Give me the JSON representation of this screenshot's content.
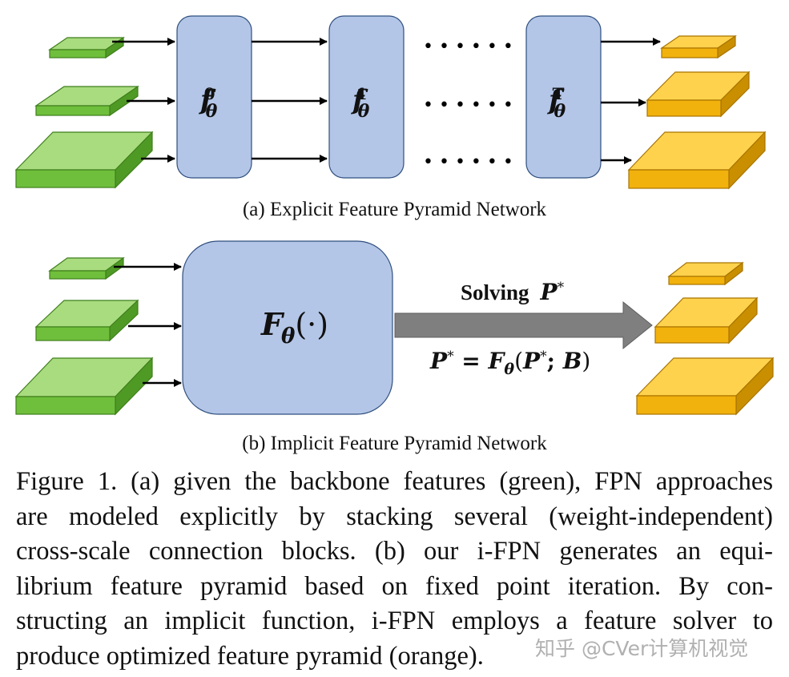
{
  "panel_a": {
    "subtitle": "(a) Explicit Feature Pyramid Network",
    "blocks": [
      {
        "base": "f",
        "sub": "θ",
        "sup": "0"
      },
      {
        "base": "f",
        "sub": "θ",
        "sup": "1"
      },
      {
        "base": "f",
        "sub": "θ",
        "sup": "T"
      }
    ],
    "ellipsis": "• • •  • • •"
  },
  "panel_b": {
    "subtitle": "(b) Implicit Feature Pyramid Network",
    "block_label": {
      "base": "F",
      "sub": "θ",
      "arg": "(·)"
    },
    "arrow_top": {
      "text": "Solving",
      "math": "P",
      "sup": "*"
    },
    "arrow_bottom": {
      "lhs": "P",
      "lhs_sup": "*",
      "eq": " = ",
      "fn": "F",
      "fn_sub": "θ",
      "args_open": "(",
      "p": "P",
      "p_sup": "*",
      "sep": "; ",
      "b": "B",
      "args_close": ")"
    }
  },
  "caption_lines": [
    "Figure 1. (a) given the backbone features (green), FPN approaches",
    "are modeled explicitly by stacking several (weight-independent)",
    "cross-scale connection blocks. (b) our i-FPN generates an equi-",
    "librium feature pyramid based on fixed point iteration. By con-",
    "structing an implicit function, i-FPN employs a feature solver to",
    "produce optimized feature pyramid (orange)."
  ],
  "watermark": "知乎 @CVer计算机视觉",
  "colors": {
    "green_top": "#a9dc7f",
    "green_front": "#6fbf3c",
    "green_side": "#4f9a25",
    "green_edge": "#3f7f1c",
    "orange_top": "#ffd24d",
    "orange_front": "#f2b20d",
    "orange_side": "#c98f00",
    "orange_edge": "#a87400",
    "block_fill": "#b4c6e7",
    "block_edge": "#2f4f7f",
    "big_arrow": "#7f7f7f"
  }
}
